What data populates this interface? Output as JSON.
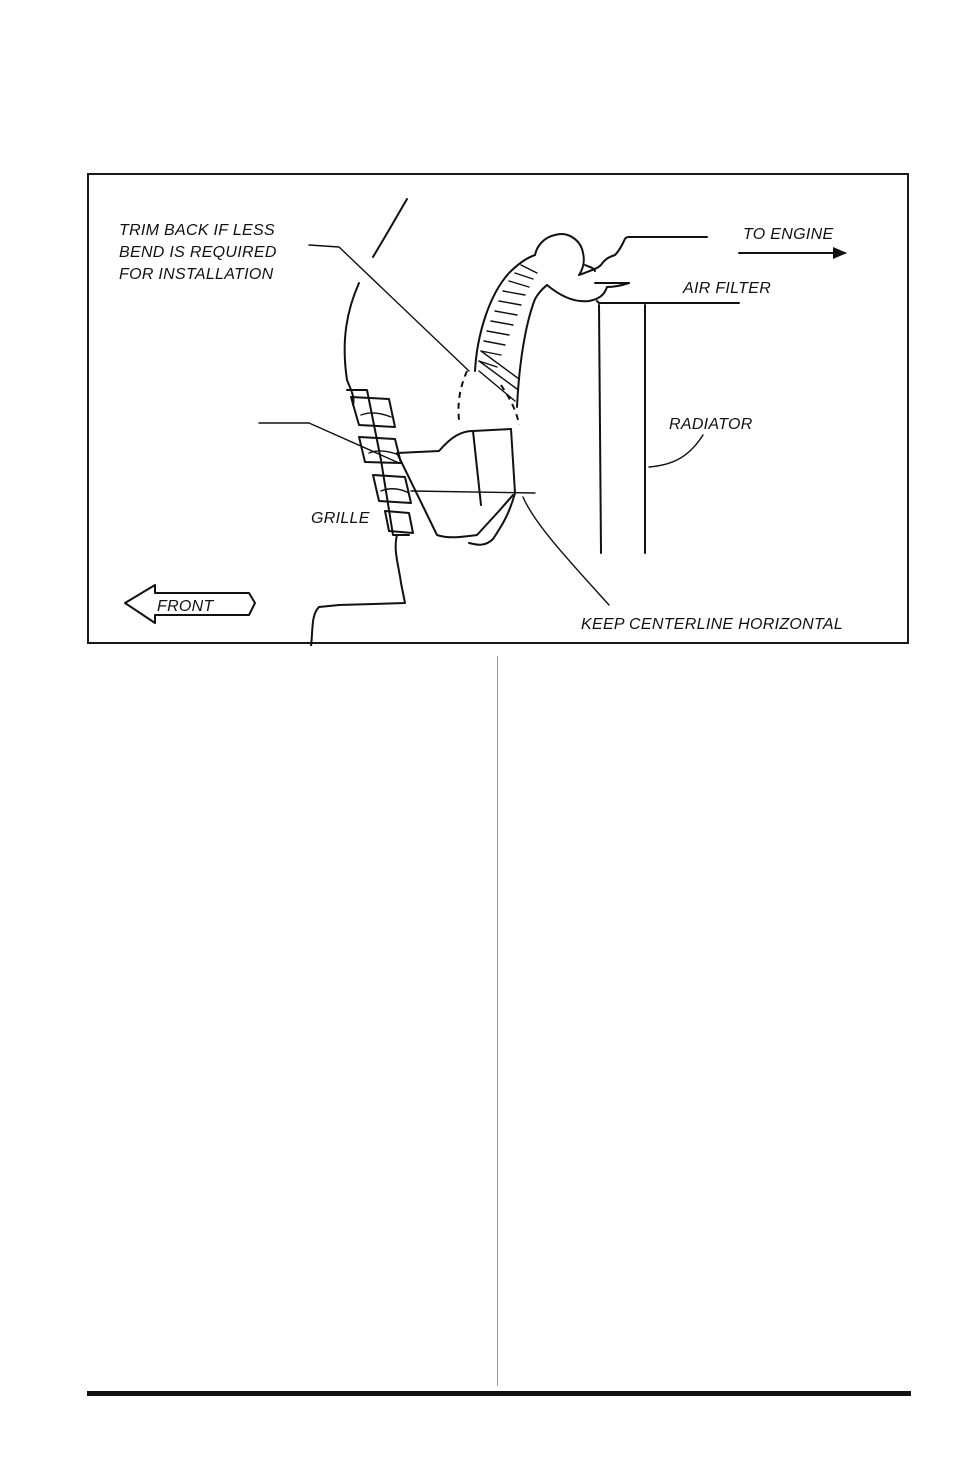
{
  "diagram": {
    "labels": {
      "trim_back_line1": "TRIM BACK IF LESS",
      "trim_back_line2": "BEND IS REQUIRED",
      "trim_back_line3": "FOR INSTALLATION",
      "to_engine": "TO ENGINE",
      "air_filter": "AIR FILTER",
      "radiator": "RADIATOR",
      "grille": "GRILLE",
      "front": "FRONT",
      "keep_centerline": "KEEP CENTERLINE HORIZONTAL"
    },
    "ink_color": "#111111"
  }
}
